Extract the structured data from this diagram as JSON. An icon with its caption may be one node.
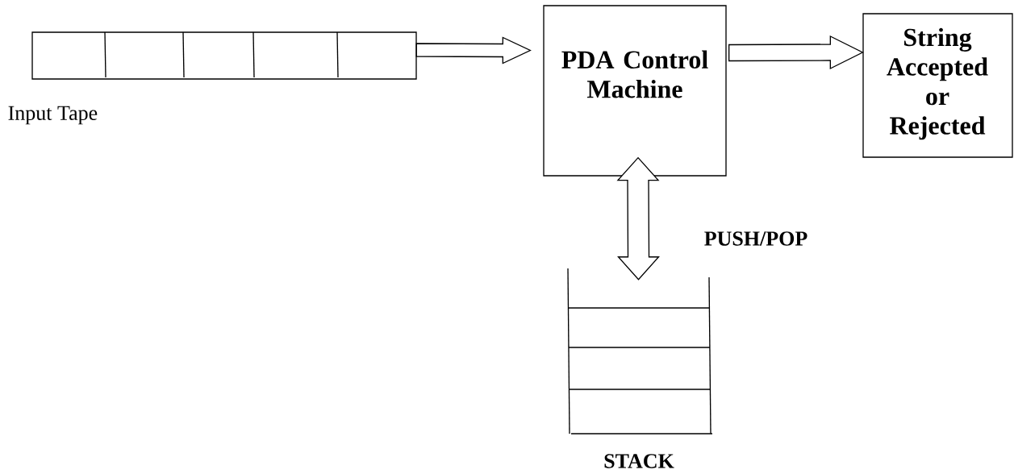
{
  "diagram": {
    "nodes": [
      {
        "text": [
          "Input Tape"
        ]
      },
      {
        "text": [
          "PDA Control Machine"
        ]
      },
      {
        "text": [
          "String Accepted or Rejected"
        ]
      },
      {
        "text": [
          "STACK"
        ]
      }
    ],
    "edges": [
      {
        "from": 0,
        "to": 1,
        "arrow": "to"
      },
      {
        "from": 1,
        "to": 2,
        "arrow": "to"
      },
      {
        "from": 1,
        "to": 3,
        "arrow": "both",
        "label": "PUSH/POP"
      }
    ]
  }
}
